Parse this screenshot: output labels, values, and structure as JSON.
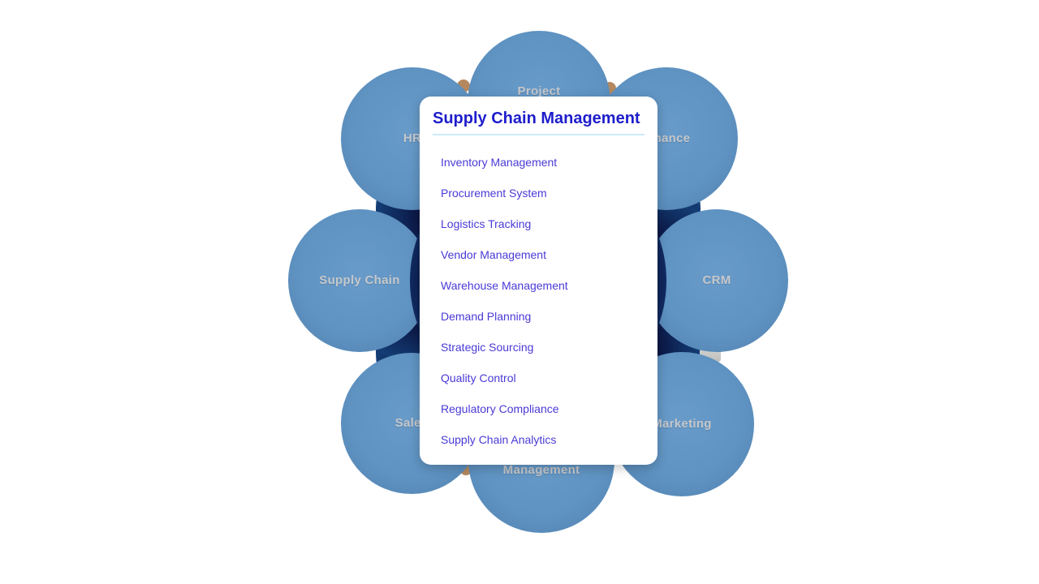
{
  "popup": {
    "title": "Supply Chain Management",
    "items": [
      "Inventory Management",
      "Procurement System",
      "Logistics Tracking",
      "Vendor Management",
      "Warehouse Management",
      "Demand Planning",
      "Strategic Sourcing",
      "Quality Control",
      "Regulatory Compliance",
      "Supply Chain Analytics"
    ]
  },
  "petals": [
    {
      "id": "project",
      "label": "Project"
    },
    {
      "id": "hr",
      "label": "HR"
    },
    {
      "id": "finance",
      "label": "Finance"
    },
    {
      "id": "supply-chain",
      "label": "Supply Chain"
    },
    {
      "id": "crm",
      "label": "CRM"
    },
    {
      "id": "sales",
      "label": "Sales"
    },
    {
      "id": "marketing",
      "label": "Marketing"
    },
    {
      "id": "management",
      "label": "Management"
    }
  ],
  "colors": {
    "petal_blue": "#5f93c2",
    "hub_navy_core": "#0d1c4e",
    "hub_navy_rim": "#1f5fa0",
    "popup_title_blue": "#1d1dcb",
    "popup_divider_blue": "#cdeaf9",
    "link_blue_violet": "#4a3ad6",
    "petal_label_gray": "#c6c8cb",
    "accent_tan": "#b5885f",
    "accent_gray": "#c7c6c4"
  }
}
